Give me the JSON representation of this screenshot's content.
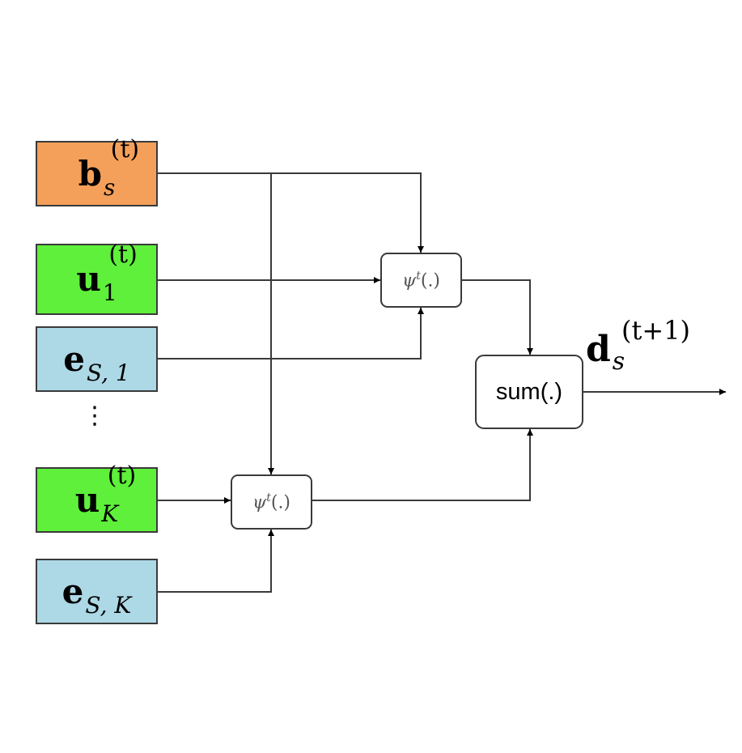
{
  "inputs": {
    "b": {
      "base": "b",
      "sub": "s",
      "sup": "(t)",
      "color": "#f5a05a"
    },
    "u1": {
      "base": "u",
      "sub": "1",
      "sup": "(t)",
      "color": "#5ef03a"
    },
    "e1": {
      "base": "e",
      "sub": "S, 1",
      "color": "#add8e6"
    },
    "uK": {
      "base": "u",
      "sub": "K",
      "sup": "(t)",
      "color": "#5ef03a"
    },
    "eK": {
      "base": "e",
      "sub": "S, K",
      "color": "#add8e6"
    }
  },
  "operators": {
    "psi_top": {
      "symbol": "ψ",
      "sup": "t",
      "args": "(.)"
    },
    "psi_bottom": {
      "symbol": "ψ",
      "sup": "t",
      "args": "(.)"
    },
    "sum": {
      "label": "sum(.)"
    }
  },
  "output": {
    "base": "d",
    "sub": "s",
    "sup": "(t+1)"
  },
  "ellipsis": "⋮",
  "line_color": "#3a3a3a"
}
